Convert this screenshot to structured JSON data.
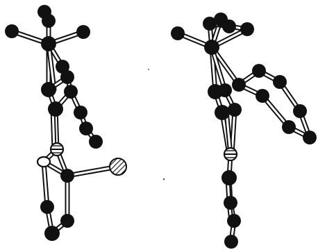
{
  "figure": {
    "panels": [
      "molecule-view-left",
      "molecule-view-right"
    ],
    "style": "ball-and-stick, black and white",
    "atom_types": {
      "carbon": {
        "fill": "#111111"
      },
      "metal_center": {
        "fill": "#ffffff",
        "pattern": "crossed"
      },
      "halide": {
        "fill": "#ffffff",
        "pattern": "hatched"
      },
      "light_atom": {
        "fill": "#ffffff",
        "pattern": "plain"
      }
    },
    "bond_color": "#111111"
  }
}
